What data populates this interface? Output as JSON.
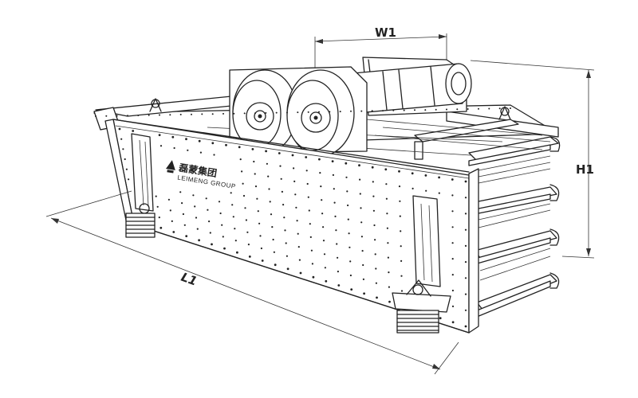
{
  "dimensions": {
    "width_label": "W1",
    "height_label": "H1",
    "length_label": "L1"
  },
  "brand": {
    "name_cn": "磊蒙集团",
    "name_en": "LEIMENG GROUP",
    "logo_icon": "leimeng-logo-icon"
  },
  "colors": {
    "line": "#222222",
    "background": "#ffffff"
  }
}
